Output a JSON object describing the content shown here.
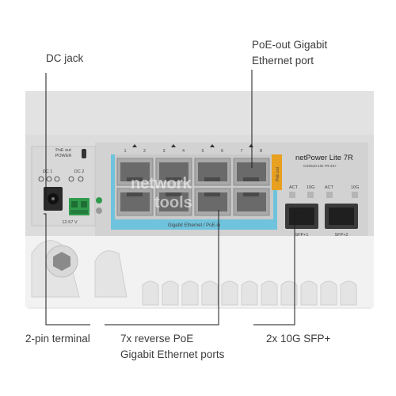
{
  "callouts": {
    "dc_jack": "DC jack",
    "poe_out": [
      "PoE-out Gigabit",
      "Ethernet port"
    ],
    "terminal": "2-pin terminal",
    "reverse_poe": [
      "7x reverse PoE",
      "Gigabit Ethernet ports"
    ],
    "sfp": "2x 10G SFP+"
  },
  "device": {
    "model": "netPower Lite 7R",
    "sku": "CSS610-1Gi-7R-2S+",
    "dc1": "DC 1",
    "dc2": "DC 2",
    "voltage": "12-57 V",
    "poe_out_power": [
      "PoE out",
      "POWER"
    ],
    "poe_strip_text": "Gigabit Ethernet / PoE-in",
    "poe_out_side": "PoE out",
    "port_numbers": [
      "1",
      "2",
      "3",
      "4",
      "5",
      "6",
      "7",
      "8"
    ],
    "sfp_leds": [
      "ACT",
      "10G",
      "ACT",
      "10G"
    ],
    "sfp_labels": [
      "SFP+1",
      "SFP+2"
    ]
  },
  "watermark": [
    "network",
    "tools"
  ],
  "colors": {
    "housing": "#e6e6e6",
    "panel": "#cfcfcf",
    "poe_strip": "#6fc3dc",
    "terminal_green": "#2f9a4c",
    "poe_out_orange": "#e8a020"
  }
}
